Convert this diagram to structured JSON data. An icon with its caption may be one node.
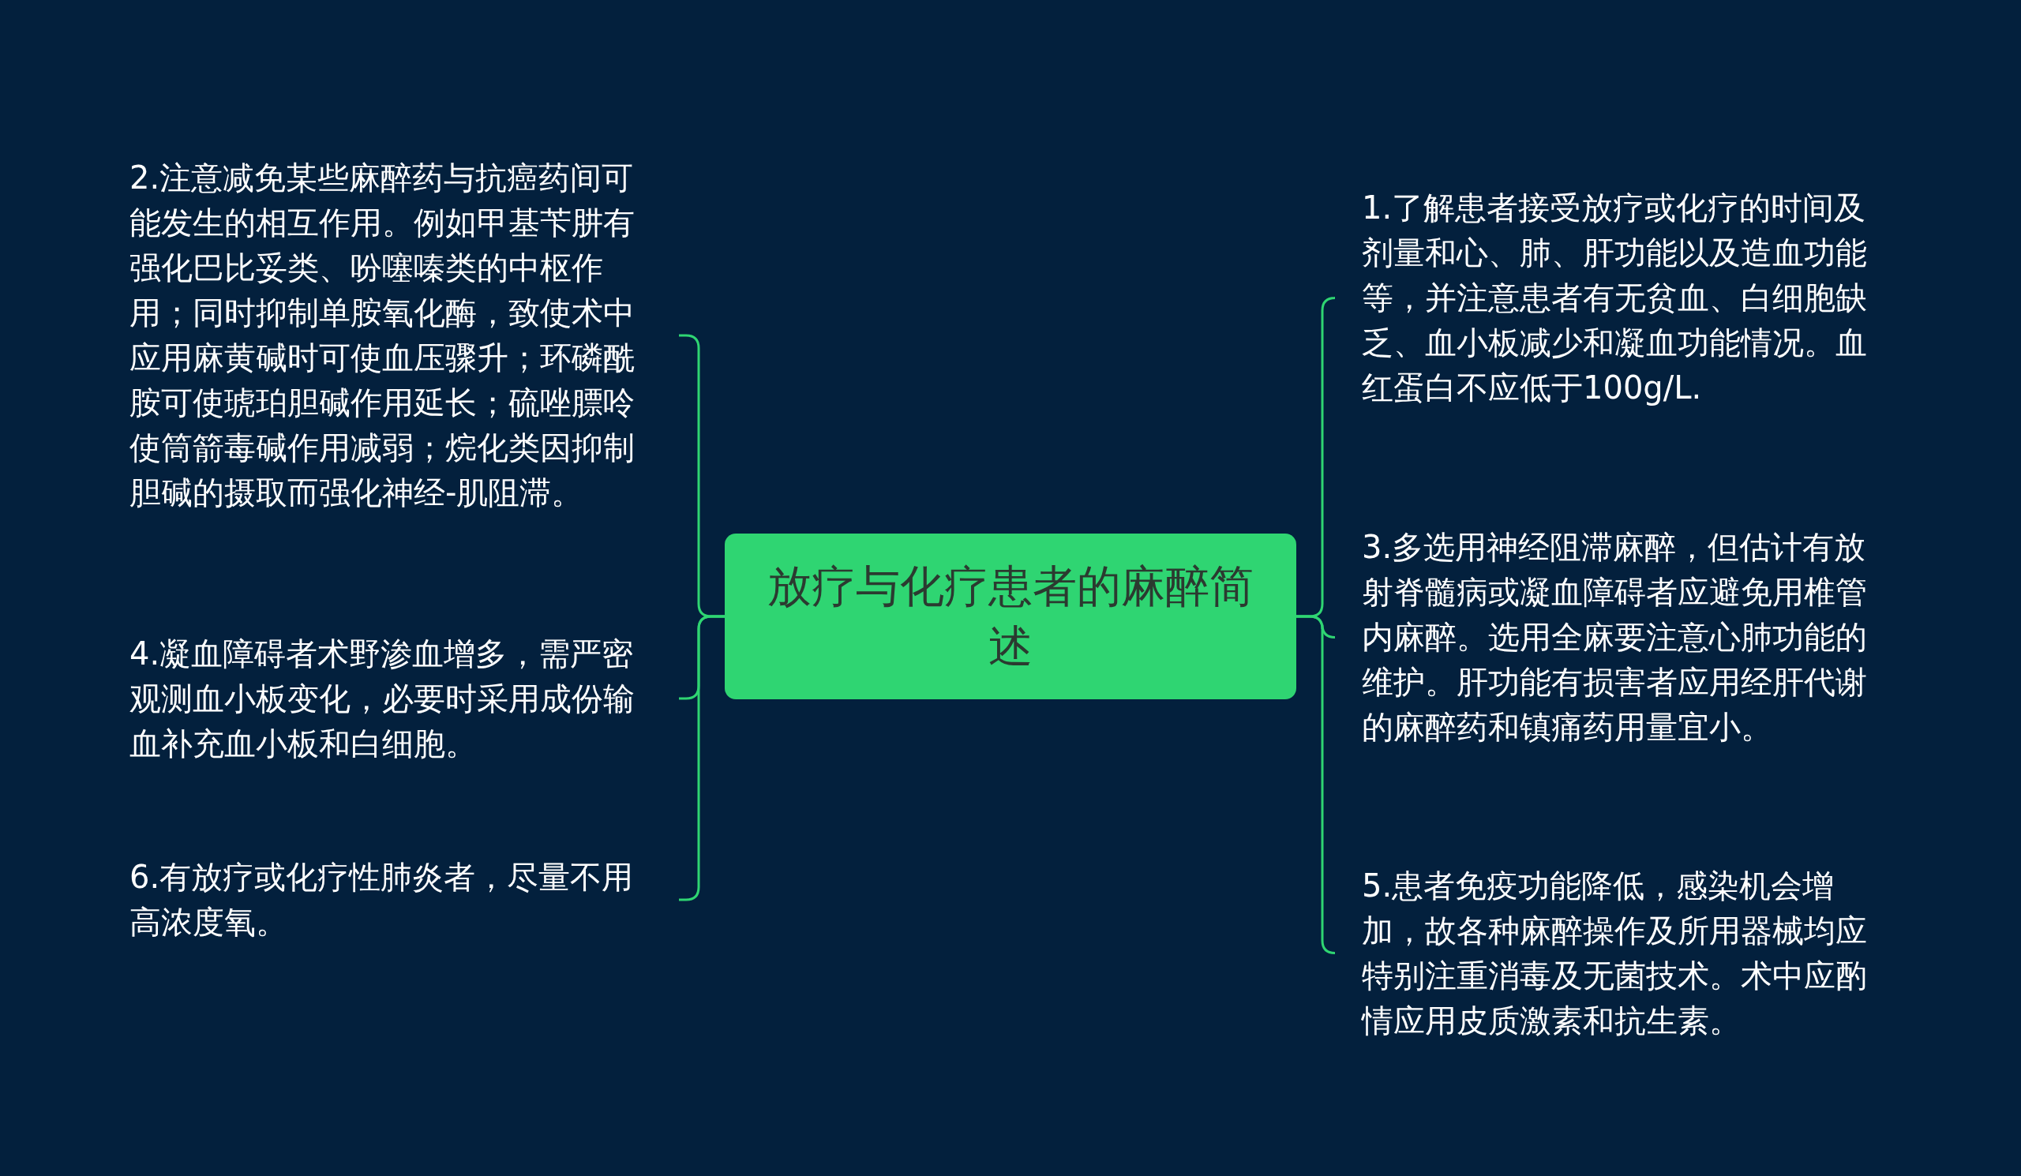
{
  "diagram": {
    "nodes": [
      {
        "text": [
          "放疗与化疗患者的麻醉简述"
        ]
      },
      {
        "text": [
          "1.了解患者接受放疗或化疗的时间及剂量和心、肺、肝功能以及造血功能等，并注意患者有无贫血、白细胞缺乏、血小板减少和凝血功能情况。血红蛋白不应低于100g/L."
        ]
      },
      {
        "text": [
          "2.注意减免某些麻醉药与抗癌药间可能发生的相互作用。例如甲基苄肼有强化巴比妥类、吩噻嗪类的中枢作用；同时抑制单胺氧化酶，致使术中应用麻黄碱时可使血压骤升；环磷酰胺可使琥珀胆碱作用延长；硫唑膘呤使筒箭毒碱作用减弱；烷化类因抑制胆碱的摄取而强化神经-肌阻滞。"
        ]
      },
      {
        "text": [
          "3.多选用神经阻滞麻醉，但估计有放射脊髓病或凝血障碍者应避免用椎管内麻醉。选用全麻要注意心肺功能的维护。肝功能有损害者应用经肝代谢的麻醉药和镇痛药用量宜小。"
        ]
      },
      {
        "text": [
          "4.凝血障碍者术野渗血增多，需严密观测血小板变化，必要时采用成份输血补充血小板和白细胞。"
        ]
      },
      {
        "text": [
          "5.患者免疫功能降低，感染机会增加，故各种麻醉操作及所用器械均应特别注重消毒及无菌技术。术中应酌情应用皮质激素和抗生素。"
        ]
      },
      {
        "text": [
          "6.有放疗或化疗性肺炎者，尽量不用高浓度氧。"
        ]
      }
    ],
    "edges": [
      {
        "from": 0,
        "to": 1,
        "arrow": "none"
      },
      {
        "from": 0,
        "to": 2,
        "arrow": "none"
      },
      {
        "from": 0,
        "to": 3,
        "arrow": "none"
      },
      {
        "from": 0,
        "to": 4,
        "arrow": "none"
      },
      {
        "from": 0,
        "to": 5,
        "arrow": "none"
      },
      {
        "from": 0,
        "to": 6,
        "arrow": "none"
      }
    ]
  }
}
